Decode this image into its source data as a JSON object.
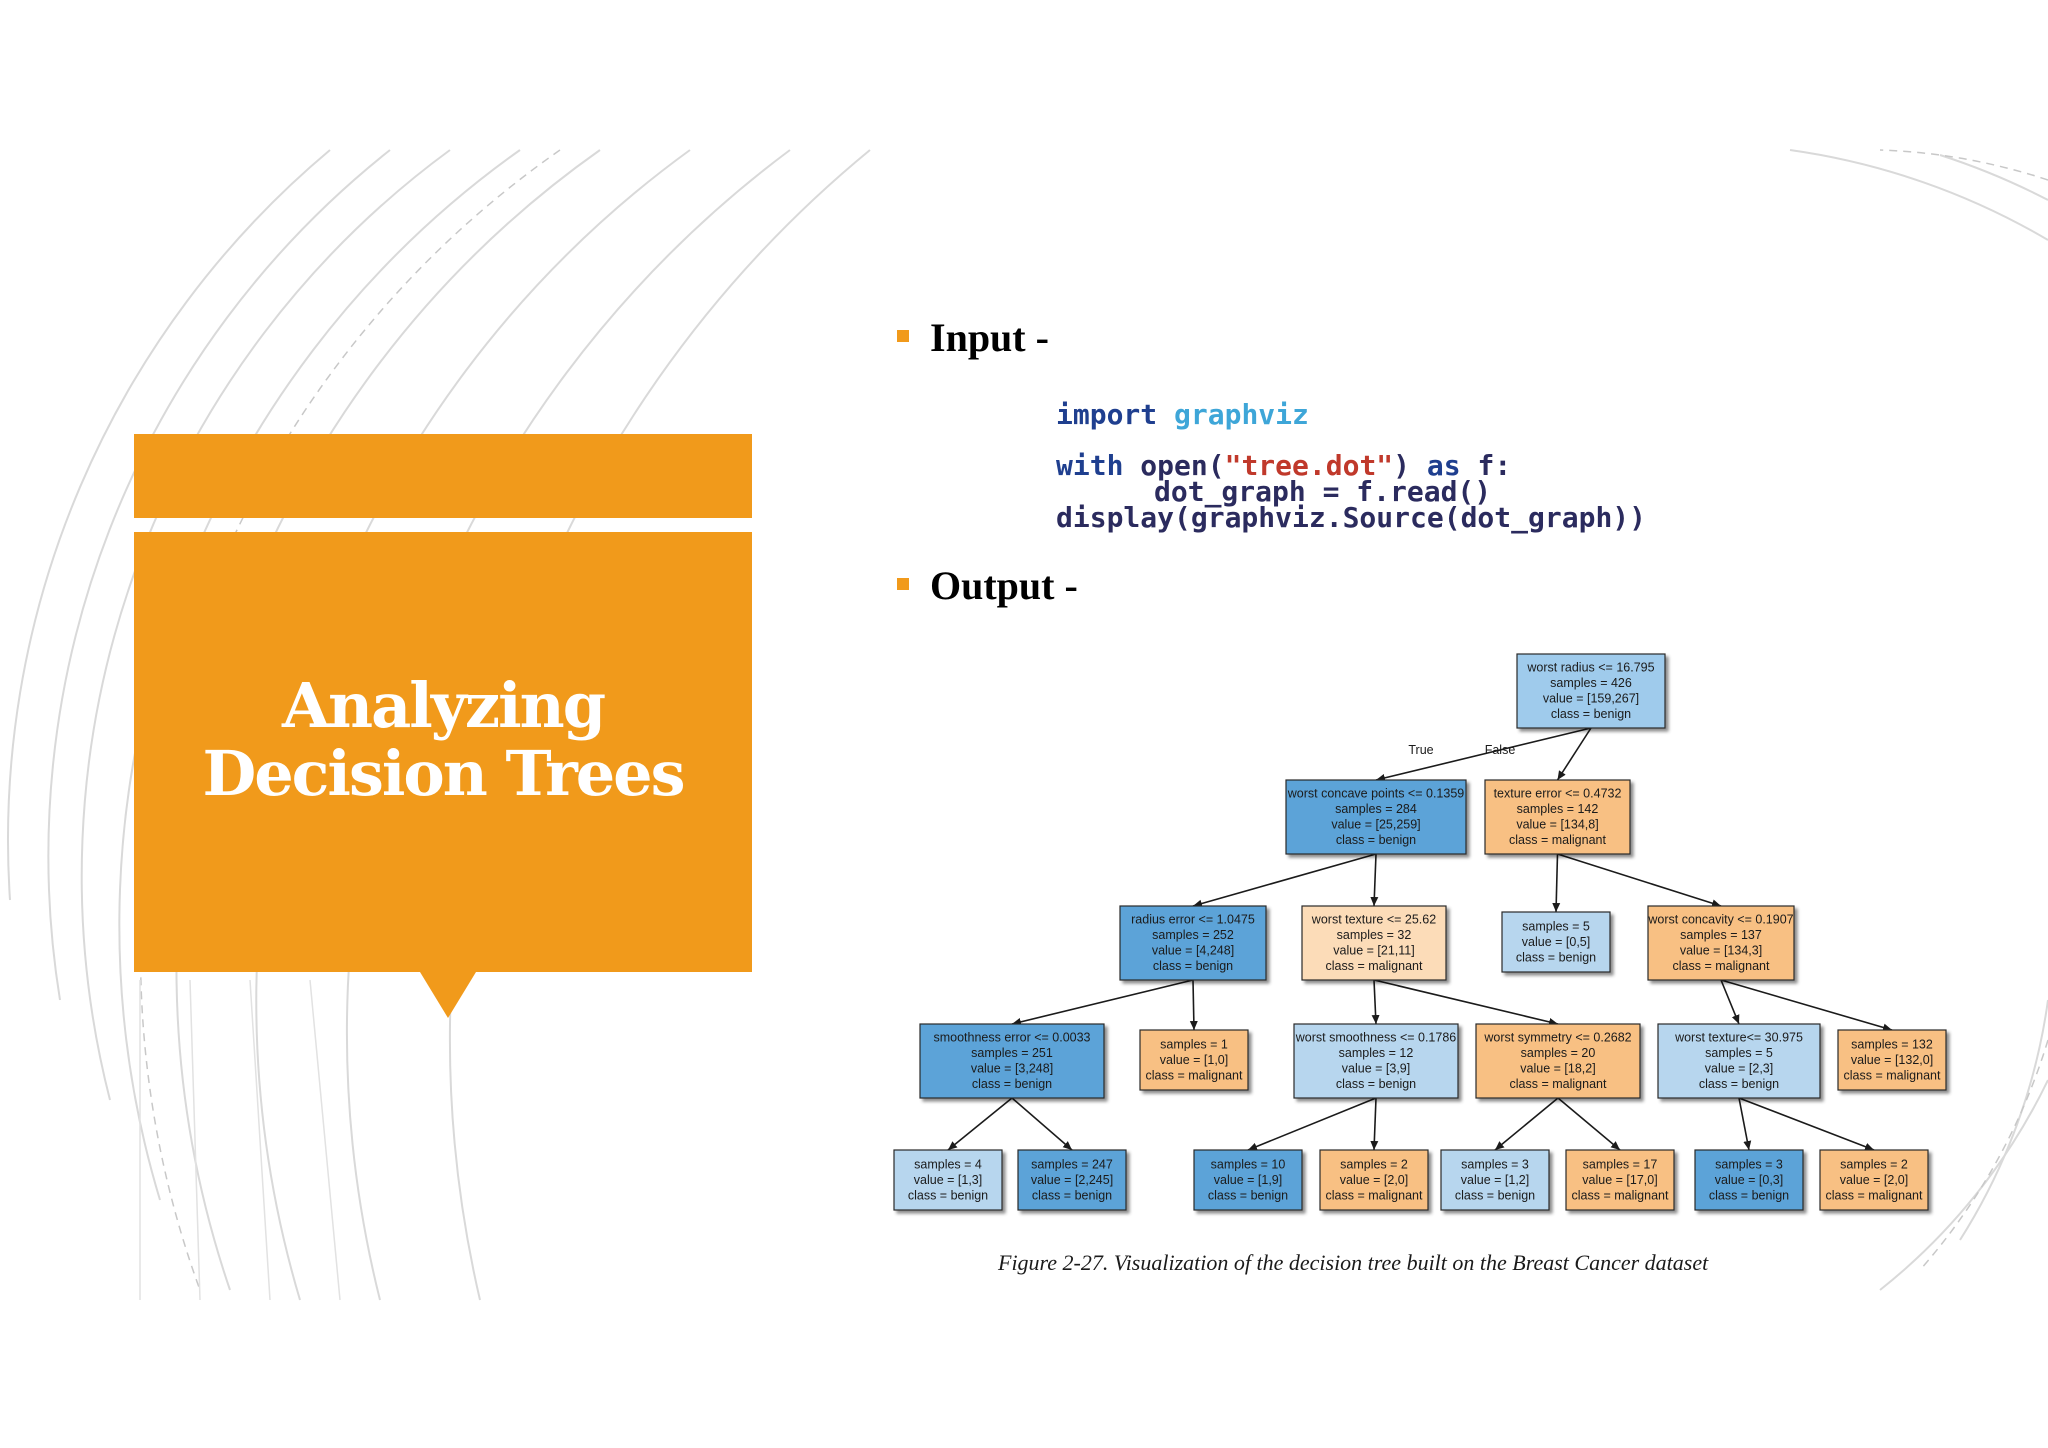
{
  "slide": {
    "title_lines": [
      "Analyzing",
      "Decision Trees"
    ],
    "colors": {
      "accent": "#f19a1b",
      "text": "#000000",
      "blue_dark": "#5ba3d8",
      "blue_light": "#b7d6ee",
      "orange_light": "#fcdcb8",
      "orange": "#f8c083"
    }
  },
  "content": {
    "input_label": "Input -",
    "output_label": "Output -",
    "code": {
      "line1_kw": "import",
      "line1_mod": "graphviz",
      "line2_kw": "with",
      "line2_mid": "open(",
      "line2_str": "\"tree.dot\"",
      "line2_close": ")",
      "line2_as": "as",
      "line2_end": "f:",
      "line3": "dot_graph = f.read()",
      "line4": "display(graphviz.Source(dot_graph))"
    },
    "caption": "Figure 2-27. Visualization of the decision tree built on the Breast Cancer dataset"
  },
  "tree": {
    "edge_labels": {
      "true": "True",
      "false": "False"
    },
    "nodes": [
      {
        "id": "n0",
        "lines": [
          "worst radius <= 16.795",
          "samples = 426",
          "value = [159,267]",
          "class = benign"
        ],
        "color": "#9fcbec"
      },
      {
        "id": "n1",
        "lines": [
          "worst  concave points <= 0.1359",
          "samples = 284",
          "value = [25,259]",
          "class = benign"
        ],
        "color": "#5ba3d8"
      },
      {
        "id": "n2",
        "lines": [
          "texture error <= 0.4732",
          "samples = 142",
          "value = [134,8]",
          "class = malignant"
        ],
        "color": "#f8c083"
      },
      {
        "id": "n3",
        "lines": [
          "radius error <= 1.0475",
          "samples = 252",
          "value = [4,248]",
          "class = benign"
        ],
        "color": "#5ba3d8"
      },
      {
        "id": "n4",
        "lines": [
          "worst texture <= 25.62",
          "samples = 32",
          "value = [21,11]",
          "class = malignant"
        ],
        "color": "#fcdcb8"
      },
      {
        "id": "n5",
        "lines": [
          "samples = 5",
          "value = [0,5]",
          "class = benign"
        ],
        "color": "#b7d6ee"
      },
      {
        "id": "n6",
        "lines": [
          "worst concavity <= 0.1907",
          "samples = 137",
          "value = [134,3]",
          "class = malignant"
        ],
        "color": "#f8c083"
      },
      {
        "id": "n7",
        "lines": [
          "smoothness error <= 0.0033",
          "samples = 251",
          "value = [3,248]",
          "class = benign"
        ],
        "color": "#5ba3d8"
      },
      {
        "id": "n8",
        "lines": [
          "samples = 1",
          "value = [1,0]",
          "class = malignant"
        ],
        "color": "#f8c083"
      },
      {
        "id": "n9",
        "lines": [
          "worst smoothness <= 0.1786",
          "samples = 12",
          "value = [3,9]",
          "class = benign"
        ],
        "color": "#b7d6ee"
      },
      {
        "id": "n10",
        "lines": [
          "worst symmetry <= 0.2682",
          "samples = 20",
          "value = [18,2]",
          "class = malignant"
        ],
        "color": "#f8c083"
      },
      {
        "id": "n11",
        "lines": [
          "worst texture<= 30.975",
          "samples = 5",
          "value = [2,3]",
          "class = benign"
        ],
        "color": "#b7d6ee"
      },
      {
        "id": "n12",
        "lines": [
          "samples = 132",
          "value = [132,0]",
          "class = malignant"
        ],
        "color": "#f8c083"
      },
      {
        "id": "n13",
        "lines": [
          "samples = 4",
          "value = [1,3]",
          "class = benign"
        ],
        "color": "#b7d6ee"
      },
      {
        "id": "n14",
        "lines": [
          "samples = 247",
          "value = [2,245]",
          "class = benign"
        ],
        "color": "#5ba3d8"
      },
      {
        "id": "n15",
        "lines": [
          "samples = 10",
          "value = [1,9]",
          "class = benign"
        ],
        "color": "#5ba3d8"
      },
      {
        "id": "n16",
        "lines": [
          "samples = 2",
          "value = [2,0]",
          "class = malignant"
        ],
        "color": "#f8c083"
      },
      {
        "id": "n17",
        "lines": [
          "samples = 3",
          "value = [1,2]",
          "class = benign"
        ],
        "color": "#b7d6ee"
      },
      {
        "id": "n18",
        "lines": [
          "samples = 17",
          "value = [17,0]",
          "class = malignant"
        ],
        "color": "#f8c083"
      },
      {
        "id": "n19",
        "lines": [
          "samples = 3",
          "value = [0,3]",
          "class = benign"
        ],
        "color": "#5ba3d8"
      },
      {
        "id": "n20",
        "lines": [
          "samples = 2",
          "value = [2,0]",
          "class = malignant"
        ],
        "color": "#f8c083"
      }
    ],
    "edges": [
      [
        "n0",
        "n1"
      ],
      [
        "n0",
        "n2"
      ],
      [
        "n1",
        "n3"
      ],
      [
        "n1",
        "n4"
      ],
      [
        "n2",
        "n5"
      ],
      [
        "n2",
        "n6"
      ],
      [
        "n3",
        "n7"
      ],
      [
        "n3",
        "n8"
      ],
      [
        "n4",
        "n9"
      ],
      [
        "n4",
        "n10"
      ],
      [
        "n6",
        "n11"
      ],
      [
        "n6",
        "n12"
      ],
      [
        "n7",
        "n13"
      ],
      [
        "n7",
        "n14"
      ],
      [
        "n9",
        "n15"
      ],
      [
        "n9",
        "n16"
      ],
      [
        "n10",
        "n17"
      ],
      [
        "n10",
        "n18"
      ],
      [
        "n11",
        "n19"
      ],
      [
        "n11",
        "n20"
      ]
    ]
  }
}
